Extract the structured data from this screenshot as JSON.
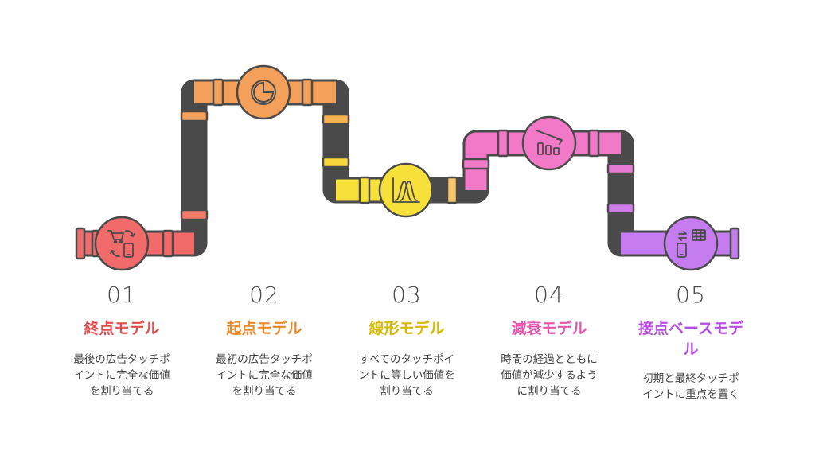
{
  "colors": {
    "red": "#f26b6b",
    "orange": "#f5a05a",
    "yellow": "#f7e03a",
    "pink": "#f279c8",
    "purple": "#c57cf0",
    "outline": "#4a4a4a",
    "title_red": "#e14d4d",
    "title_orange": "#e98a2f",
    "title_yellow": "#d9b800",
    "title_pink": "#e455ad",
    "title_purple": "#b44de0"
  },
  "steps": [
    {
      "number": "01",
      "title": "終点モデル",
      "desc": [
        "最後の広告タッチポ",
        "イントに完全な価値",
        "を割り当てる"
      ],
      "icon": "cart-phone-icon"
    },
    {
      "number": "02",
      "title": "起点モデル",
      "desc": [
        "最初の広告タッチポ",
        "イントに完全な価値",
        "を割り当てる"
      ],
      "icon": "pie-clock-icon"
    },
    {
      "number": "03",
      "title": "線形モデル",
      "desc": [
        "すべてのタッチポイ",
        "ントに等しい価値を",
        "割り当てる"
      ],
      "icon": "distribution-chart-icon"
    },
    {
      "number": "04",
      "title": "減衰モデル",
      "desc": [
        "時間の経過とともに",
        "価値が減少するよう",
        "に割り当てる"
      ],
      "icon": "declining-bars-icon"
    },
    {
      "number": "05",
      "title": [
        "接点ベースモデ",
        "ル"
      ],
      "desc": [
        "初期と最終タッチポ",
        "イントに重点を置く"
      ],
      "icon": "exchange-table-icon"
    }
  ]
}
